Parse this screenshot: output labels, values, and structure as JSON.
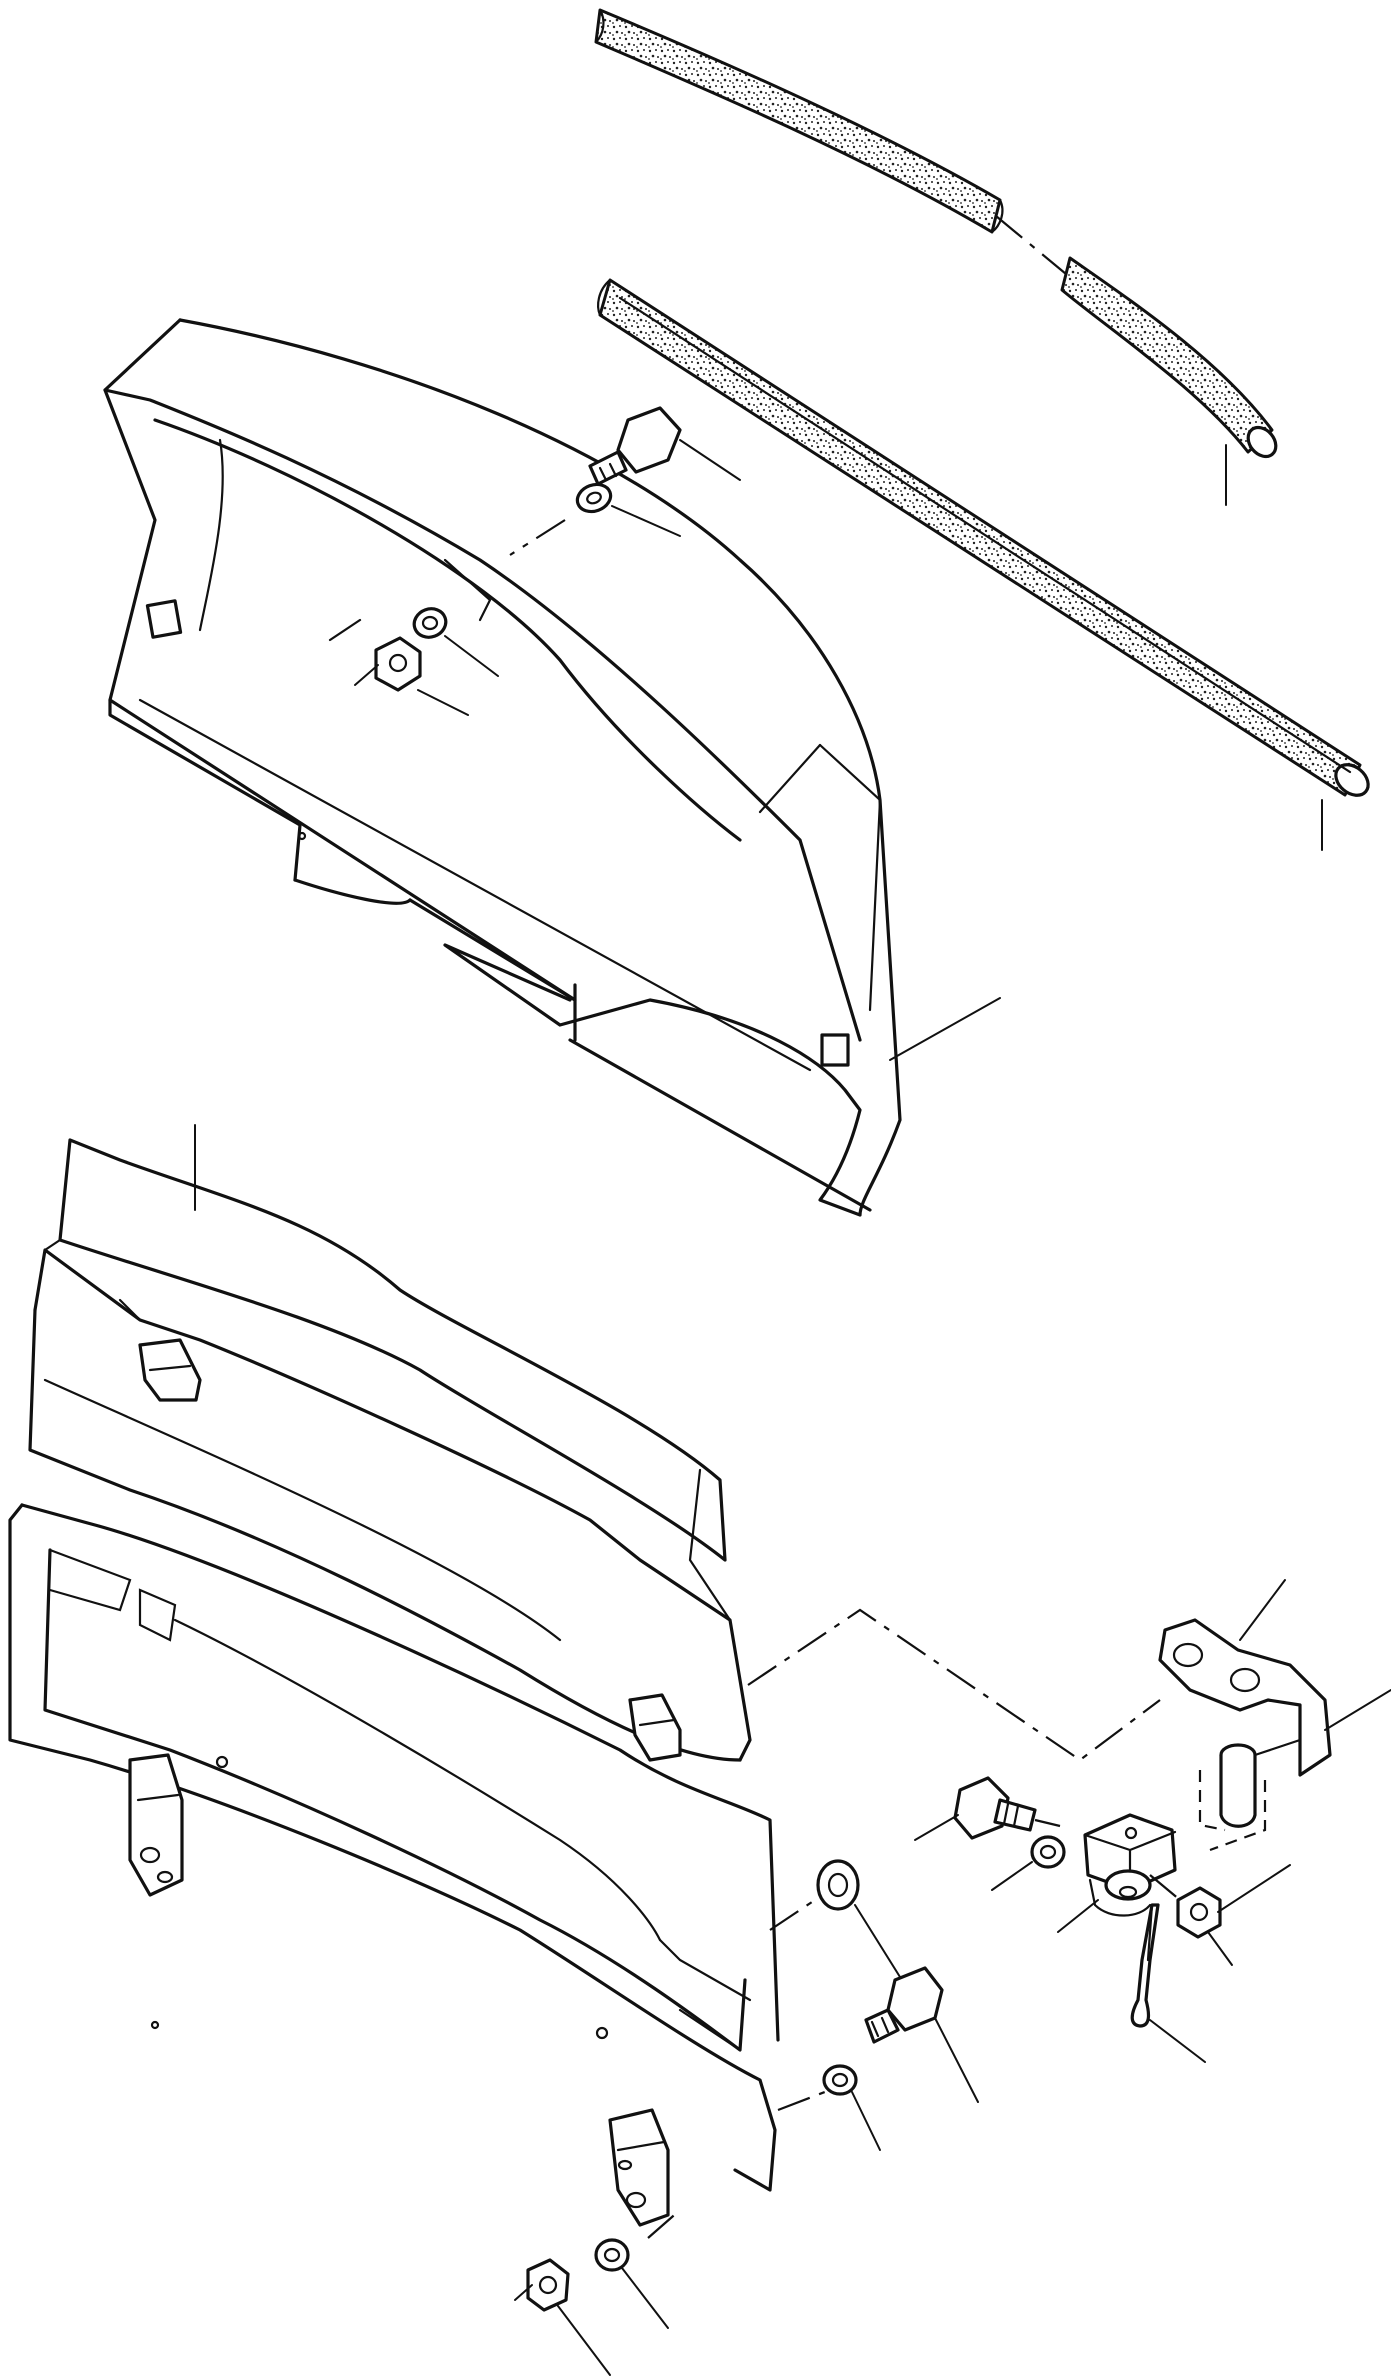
{
  "drawing": {
    "colors": {
      "line": "#111111",
      "background": "#ffffff",
      "foam": "#cfcfcf"
    },
    "parts": [
      {
        "id": "seal-strip-upper",
        "icon": "foam-seal-icon"
      },
      {
        "id": "seal-strip-lower",
        "icon": "foam-seal-icon"
      },
      {
        "id": "cover-housing",
        "icon": "cover-icon"
      },
      {
        "id": "upper-panel",
        "icon": "panel-icon"
      },
      {
        "id": "lower-frame",
        "icon": "frame-icon"
      },
      {
        "id": "hinge-bracket",
        "icon": "hinge-icon"
      },
      {
        "id": "clevis-block",
        "icon": "clevis-icon"
      },
      {
        "id": "cotter-pin",
        "icon": "pin-icon"
      },
      {
        "id": "hex-bolt",
        "icon": "bolt-icon"
      },
      {
        "id": "washer",
        "icon": "washer-icon"
      },
      {
        "id": "hex-nut",
        "icon": "nut-icon"
      }
    ]
  }
}
